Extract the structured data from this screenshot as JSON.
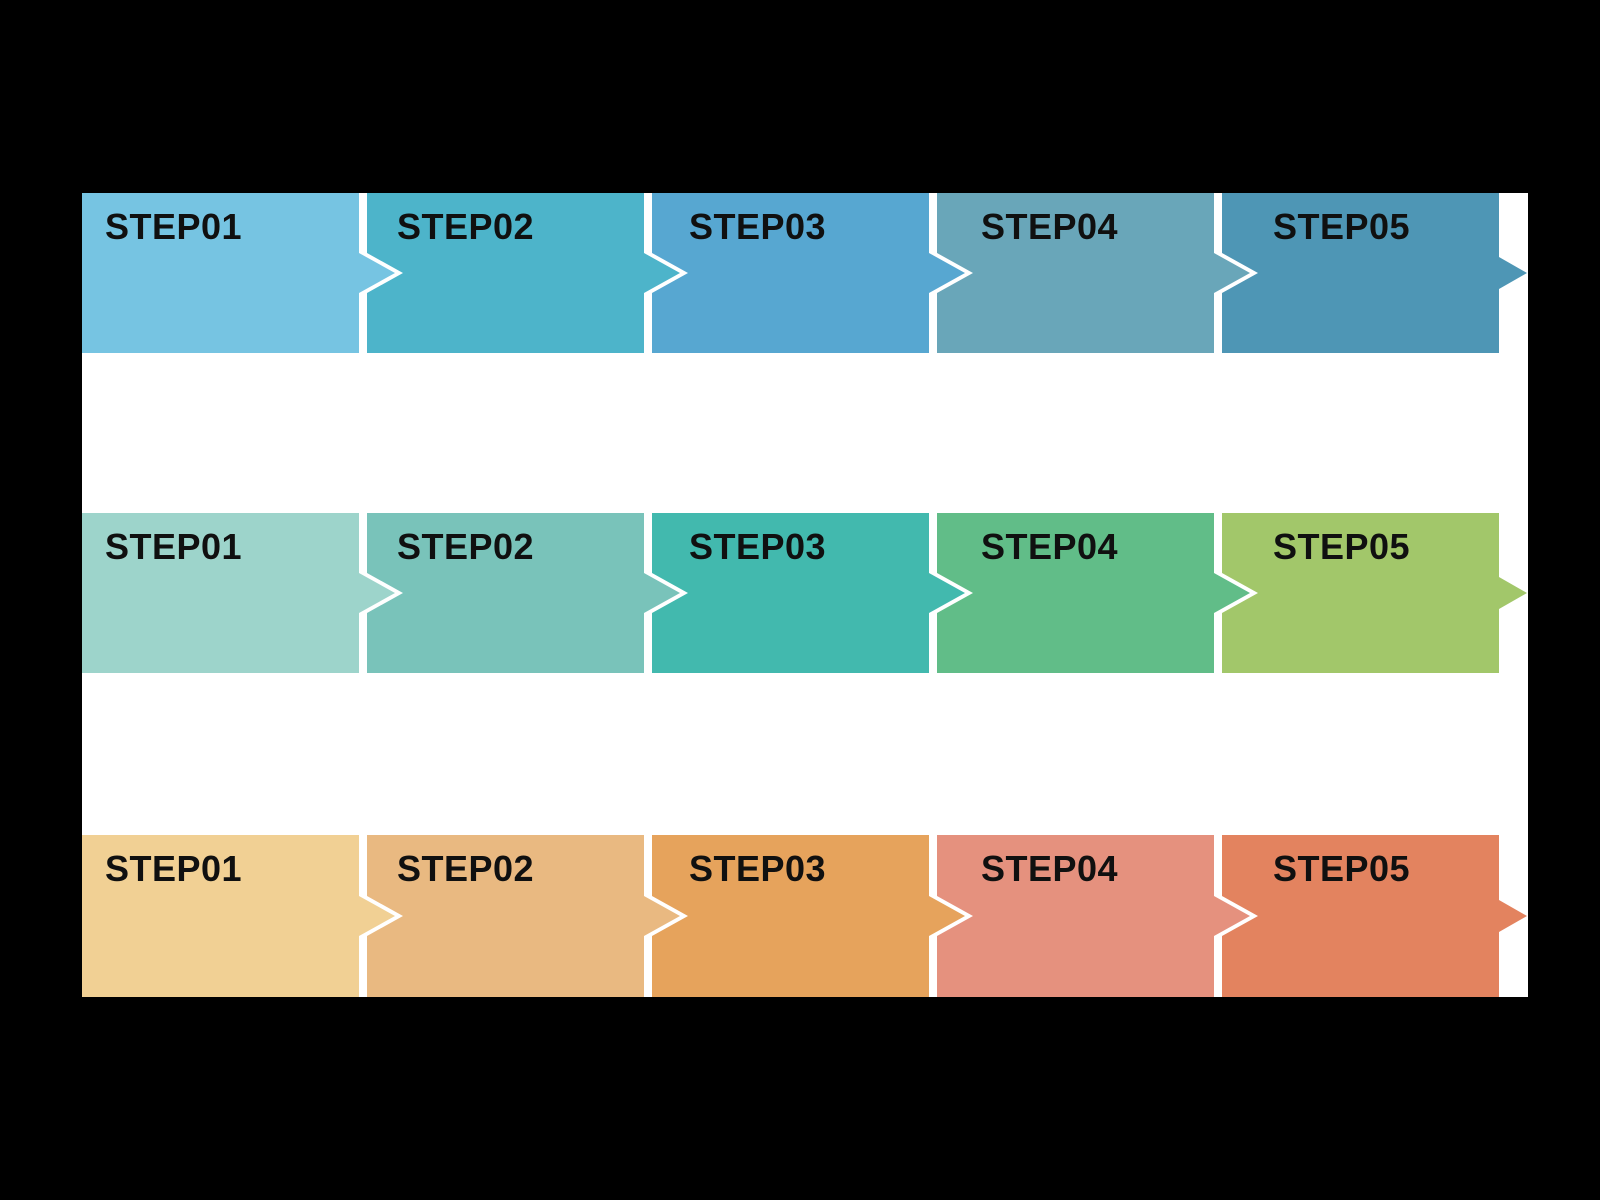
{
  "canvas": {
    "background": "#000000",
    "slide_background": "#ffffff",
    "label_color": "#101010"
  },
  "rows": [
    {
      "id": "blue-steps",
      "steps": [
        {
          "label": "STEP01",
          "color": "#76c4e2"
        },
        {
          "label": "STEP02",
          "color": "#4db4ca"
        },
        {
          "label": "STEP03",
          "color": "#57a7d1"
        },
        {
          "label": "STEP04",
          "color": "#69a6b9"
        },
        {
          "label": "STEP05",
          "color": "#4e96b5"
        }
      ]
    },
    {
      "id": "green-steps",
      "steps": [
        {
          "label": "STEP01",
          "color": "#9dd4cb"
        },
        {
          "label": "STEP02",
          "color": "#79c3ba"
        },
        {
          "label": "STEP03",
          "color": "#42b9ae"
        },
        {
          "label": "STEP04",
          "color": "#61bd88"
        },
        {
          "label": "STEP05",
          "color": "#a2c76a"
        }
      ]
    },
    {
      "id": "orange-steps",
      "steps": [
        {
          "label": "STEP01",
          "color": "#f1d094"
        },
        {
          "label": "STEP02",
          "color": "#e9b981"
        },
        {
          "label": "STEP03",
          "color": "#e6a35c"
        },
        {
          "label": "STEP04",
          "color": "#e5917e"
        },
        {
          "label": "STEP05",
          "color": "#e3835f"
        }
      ]
    }
  ]
}
